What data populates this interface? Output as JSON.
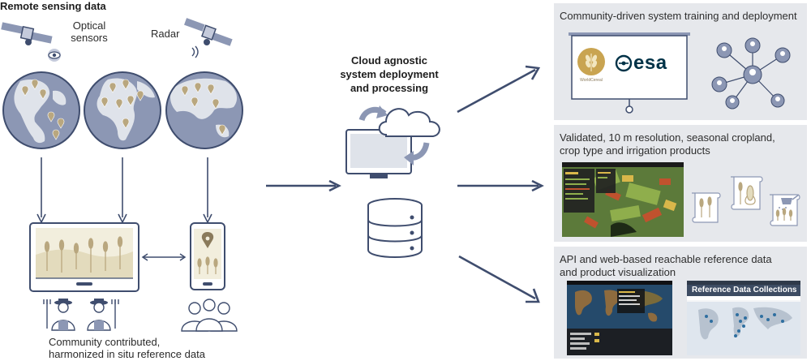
{
  "left": {
    "title": "Remote sensing data",
    "optical_label": "Optical\nsensors",
    "radar_label": "Radar",
    "bottom_caption": "Community contributed,\nharmonized in situ reference data"
  },
  "center": {
    "title": "Cloud agnostic\nsystem deployment\nand processing"
  },
  "panels": [
    {
      "title": "Community-driven system training and deployment"
    },
    {
      "title": "Validated, 10 m resolution, seasonal cropland,\ncrop type and irrigation products"
    },
    {
      "title": "API and web-based reachable reference data\nand product visualization"
    }
  ],
  "logos": {
    "worldcereal": "WorldCereal",
    "esa": "esa"
  },
  "screens": {
    "ref_collections_title": "Reference Data Collections"
  },
  "colors": {
    "navy": "#3f4d6e",
    "steel": "#8c97b4",
    "light_steel": "#c4cadb",
    "panel": "#e6e8ec",
    "gold": "#b9a77f",
    "gold_light": "#ebe4cc"
  }
}
